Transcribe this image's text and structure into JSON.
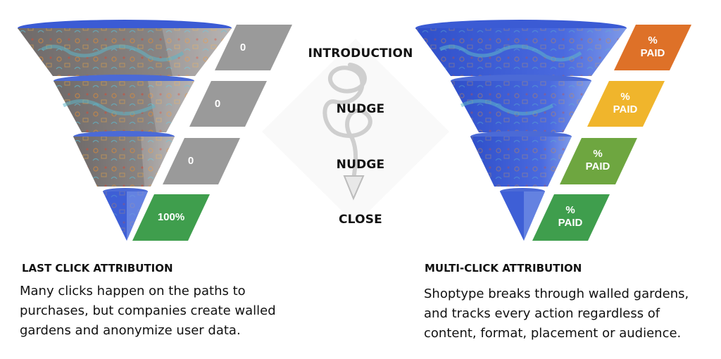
{
  "stages": {
    "introduction": "INTRODUCTION",
    "nudge1": "NUDGE",
    "nudge2": "NUDGE",
    "close": "CLOSE"
  },
  "left": {
    "tags": [
      "0",
      "0",
      "0",
      "100%"
    ],
    "heading": "LAST CLICK ATTRIBUTION",
    "description_lines": [
      "Many clicks happen on the paths to",
      "purchases, but companies create walled",
      "gardens and anonymize user data."
    ]
  },
  "right": {
    "tags": [
      {
        "line1": "%",
        "line2": "PAID"
      },
      {
        "line1": "%",
        "line2": "PAID"
      },
      {
        "line1": "%",
        "line2": "PAID"
      },
      {
        "line1": "%",
        "line2": "PAID"
      }
    ],
    "heading": "MULTI-CLICK ATTRIBUTION",
    "description_lines": [
      "Shoptype breaks through walled gardens,",
      "and tracks every action regardless of",
      "content, format, placement or audience."
    ]
  },
  "colors": {
    "gray_tag": "#9a9a9a",
    "green": "#3f9e4d",
    "orange": "#de7128",
    "yellow": "#f0b52c",
    "olive_green": "#6ea640",
    "funnel_blue": "#3b5bd4",
    "funnel_gray": "#7a7676"
  }
}
